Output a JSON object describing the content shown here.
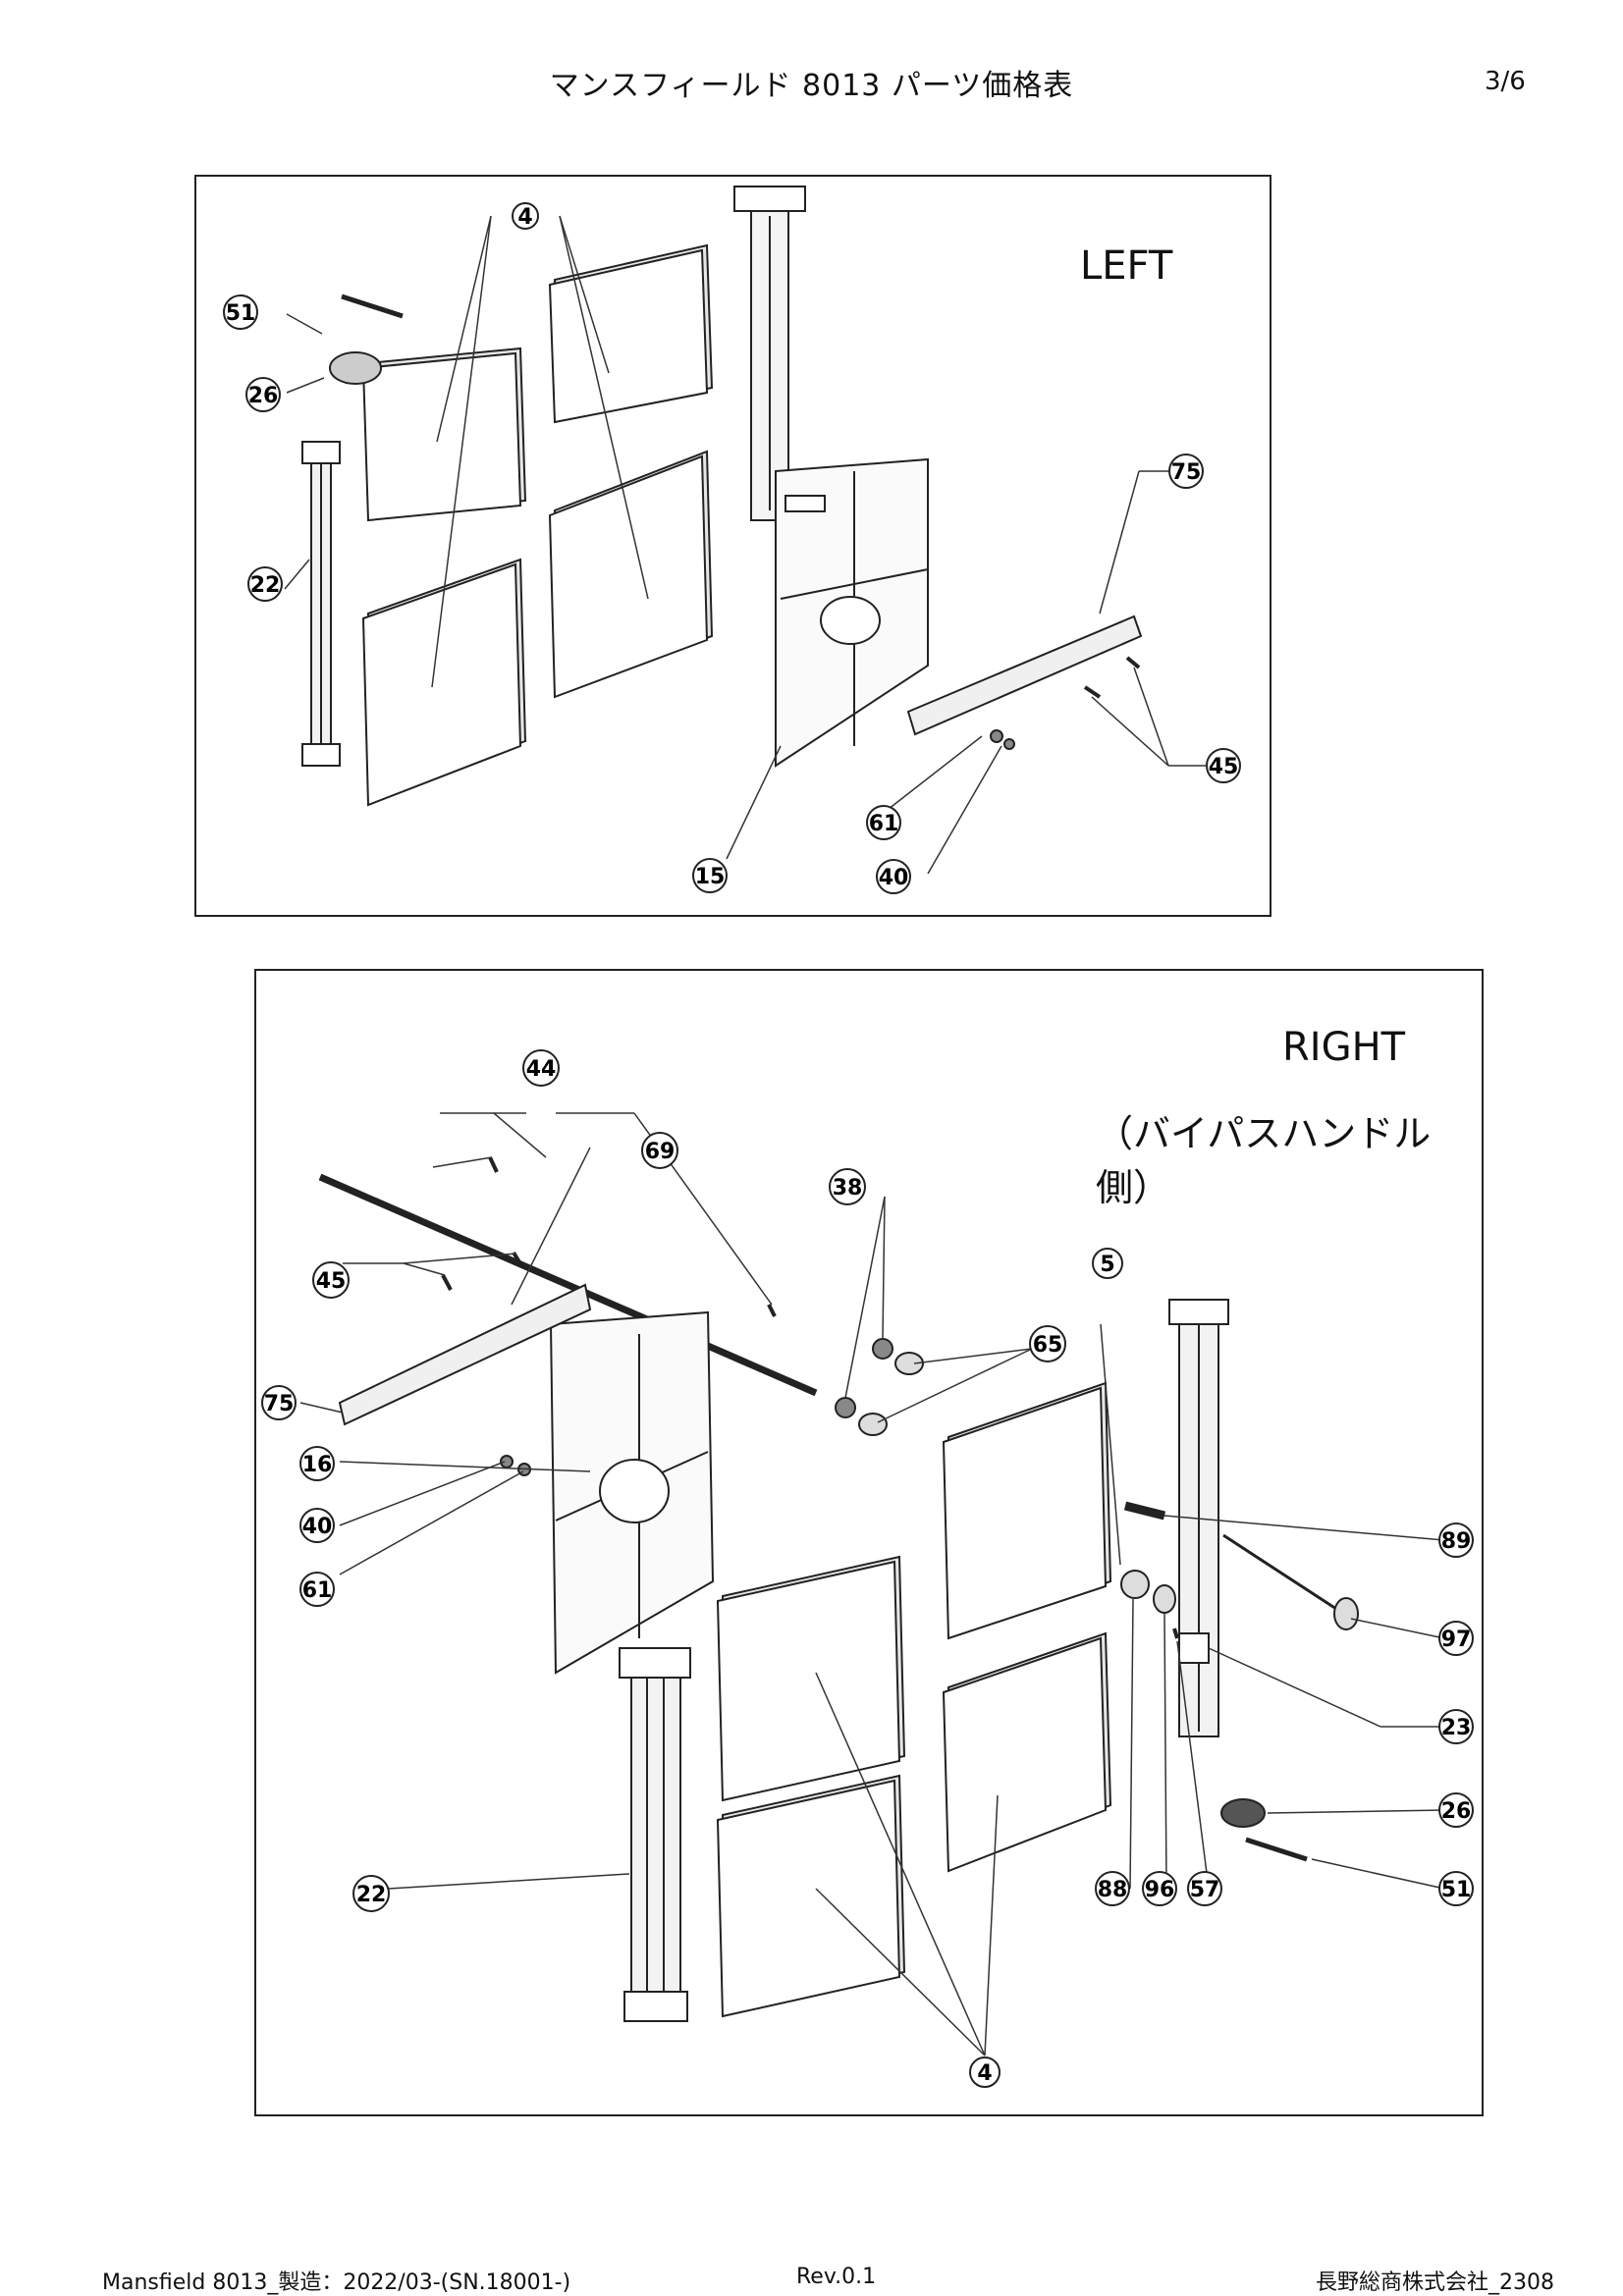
{
  "header": {
    "title": "マンスフィールド 8013 パーツ価格表",
    "page": "3/6"
  },
  "left_panel": {
    "title": "LEFT",
    "callouts": {
      "p4": "4",
      "p51": "51",
      "p26": "26",
      "p22": "22",
      "p75": "75",
      "p45": "45",
      "p61": "61",
      "p40": "40",
      "p15": "15"
    }
  },
  "right_panel": {
    "title": "RIGHT",
    "subtitle": "（バイパスハンドル側）",
    "callouts": {
      "p44": "44",
      "p69": "69",
      "p38": "38",
      "p5": "5",
      "p45": "45",
      "p65": "65",
      "p75": "75",
      "p16": "16",
      "p40": "40",
      "p61": "61",
      "p89": "89",
      "p97": "97",
      "p23": "23",
      "p26": "26",
      "p51": "51",
      "p22": "22",
      "p88": "88",
      "p96": "96",
      "p57": "57",
      "p4": "4"
    }
  },
  "footer": {
    "model": "Mansfield 8013_製造：2022/03-(SN.18001-)",
    "revision": "Rev.0.1",
    "company": "長野総商株式会社_2308"
  }
}
